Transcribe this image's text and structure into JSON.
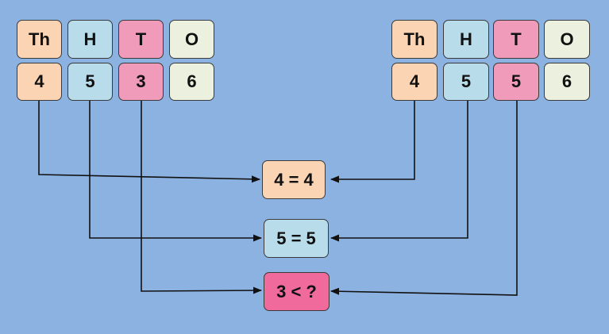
{
  "colors": {
    "background": "#8cb2e2",
    "thousands": "#fbd5b3",
    "hundreds": "#b8dce9",
    "tens": "#f09bb9",
    "ones": "#ebf1de",
    "result_tens": "#f06a9b"
  },
  "left_number": {
    "headers": [
      "Th",
      "H",
      "T",
      "O"
    ],
    "digits": [
      "4",
      "5",
      "3",
      "6"
    ]
  },
  "right_number": {
    "headers": [
      "Th",
      "H",
      "T",
      "O"
    ],
    "digits": [
      "4",
      "5",
      "5",
      "6"
    ]
  },
  "comparisons": {
    "thousands": "4 = 4",
    "hundreds": "5 = 5",
    "tens": "3 < ?"
  }
}
